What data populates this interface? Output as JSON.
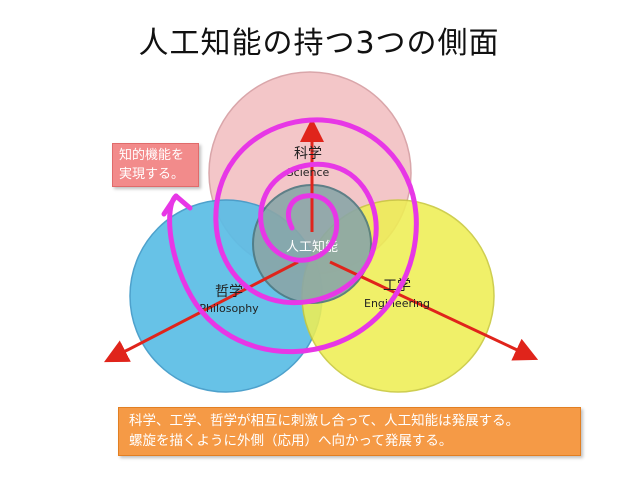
{
  "title": "人工知能の持つ3つの側面",
  "circles": {
    "science": {
      "label_ja": "科学",
      "label_en": "Science",
      "color": "#f3c4c6"
    },
    "philosophy": {
      "label_ja": "哲学",
      "label_en": "Philosophy",
      "color": "#5bbde6"
    },
    "engineering": {
      "label_ja": "工学",
      "label_en": "Engineering",
      "color": "#eeee55"
    },
    "center": {
      "label": "人工知能",
      "color": "#8aa6a8"
    }
  },
  "notes": {
    "left_line1": "知的機能を",
    "left_line2": "実現する。",
    "bottom_line1": "科学、工学、哲学が相互に刺激し合って、人工知能は発展する。",
    "bottom_line2": "螺旋を描くように外側（応用）へ向かって発展する。"
  },
  "colors": {
    "arrow": "#e0241b",
    "spiral": "#e737e6"
  }
}
